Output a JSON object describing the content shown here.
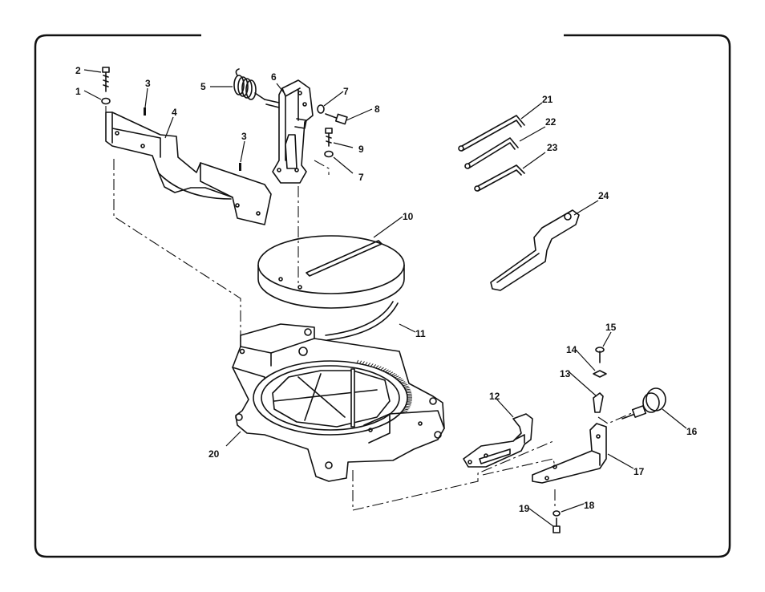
{
  "callouts": [
    "1",
    "2",
    "3",
    "3",
    "4",
    "5",
    "6",
    "7",
    "7",
    "8",
    "9",
    "10",
    "11",
    "12",
    "13",
    "14",
    "15",
    "16",
    "17",
    "18",
    "19",
    "20",
    "21",
    "22",
    "23",
    "24"
  ],
  "colors": {
    "line": "#111111",
    "background": "#ffffff"
  }
}
